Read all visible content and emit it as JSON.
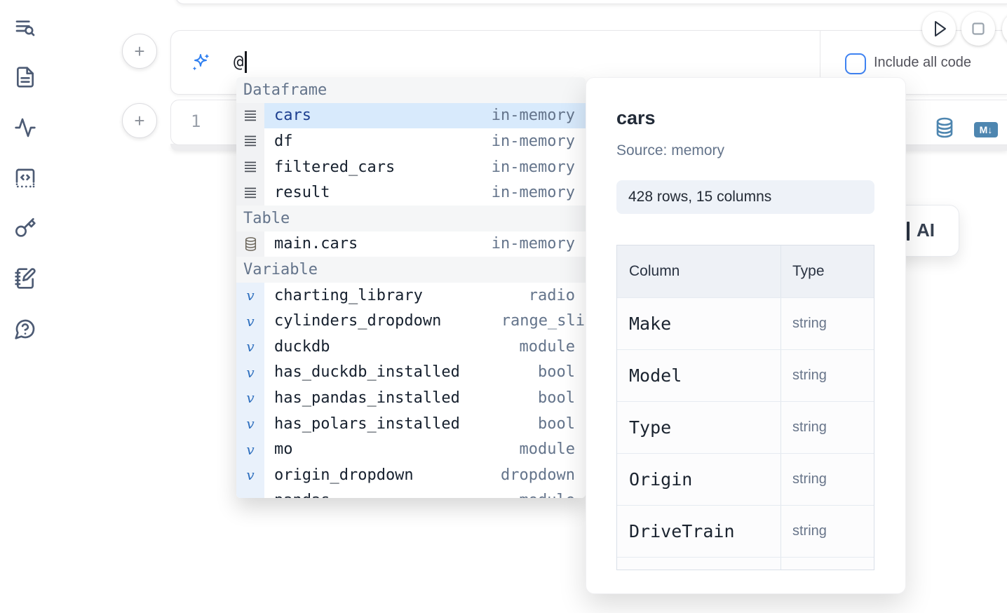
{
  "sidebar": {
    "icons": [
      "list-search",
      "file-text",
      "activity",
      "snippets-code-square",
      "key",
      "notebook-pen",
      "help-chat"
    ]
  },
  "toolbar": {
    "run_button": "run",
    "stop_button": "stop"
  },
  "prompt": {
    "value": "@",
    "include_all_code_label": "Include all code"
  },
  "code_cell": {
    "line_number": "1"
  },
  "ai_button": {
    "label": "AI"
  },
  "completion": {
    "rows": [
      {
        "kind": "header",
        "label": "Dataframe"
      },
      {
        "kind": "item",
        "icon": "rows",
        "name": "cars",
        "type": "in-memory",
        "cls": "sel"
      },
      {
        "kind": "item",
        "icon": "rows",
        "name": "df",
        "type": "in-memory"
      },
      {
        "kind": "item",
        "icon": "rows",
        "name": "filtered_cars",
        "type": "in-memory"
      },
      {
        "kind": "item",
        "icon": "rows",
        "name": "result",
        "type": "in-memory"
      },
      {
        "kind": "header",
        "label": "Table"
      },
      {
        "kind": "item",
        "icon": "db",
        "name": "main.cars",
        "type": "in-memory"
      },
      {
        "kind": "header",
        "label": "Variable"
      },
      {
        "kind": "item",
        "icon": "var",
        "name": "charting_library",
        "type": "radio"
      },
      {
        "kind": "item",
        "icon": "var",
        "name": "cylinders_dropdown",
        "type": "range_sli",
        "cls": "clip"
      },
      {
        "kind": "item",
        "icon": "var",
        "name": "duckdb",
        "type": "module"
      },
      {
        "kind": "item",
        "icon": "var",
        "name": "has_duckdb_installed",
        "type": "bool"
      },
      {
        "kind": "item",
        "icon": "var",
        "name": "has_pandas_installed",
        "type": "bool"
      },
      {
        "kind": "item",
        "icon": "var",
        "name": "has_polars_installed",
        "type": "bool"
      },
      {
        "kind": "item",
        "icon": "var",
        "name": "mo",
        "type": "module"
      },
      {
        "kind": "item",
        "icon": "var",
        "name": "origin_dropdown",
        "type": "dropdown"
      },
      {
        "kind": "item",
        "icon": "var",
        "name": "pandas",
        "type": "module"
      }
    ]
  },
  "details": {
    "title": "cars",
    "source": "Source: memory",
    "shape": "428 rows, 15 columns",
    "table": {
      "headers": [
        "Column",
        "Type"
      ],
      "rows": [
        {
          "col": "Make",
          "type": "string"
        },
        {
          "col": "Model",
          "type": "string"
        },
        {
          "col": "Type",
          "type": "string"
        },
        {
          "col": "Origin",
          "type": "string"
        },
        {
          "col": "DriveTrain",
          "type": "string"
        },
        {
          "col": "",
          "type": ""
        }
      ]
    }
  }
}
